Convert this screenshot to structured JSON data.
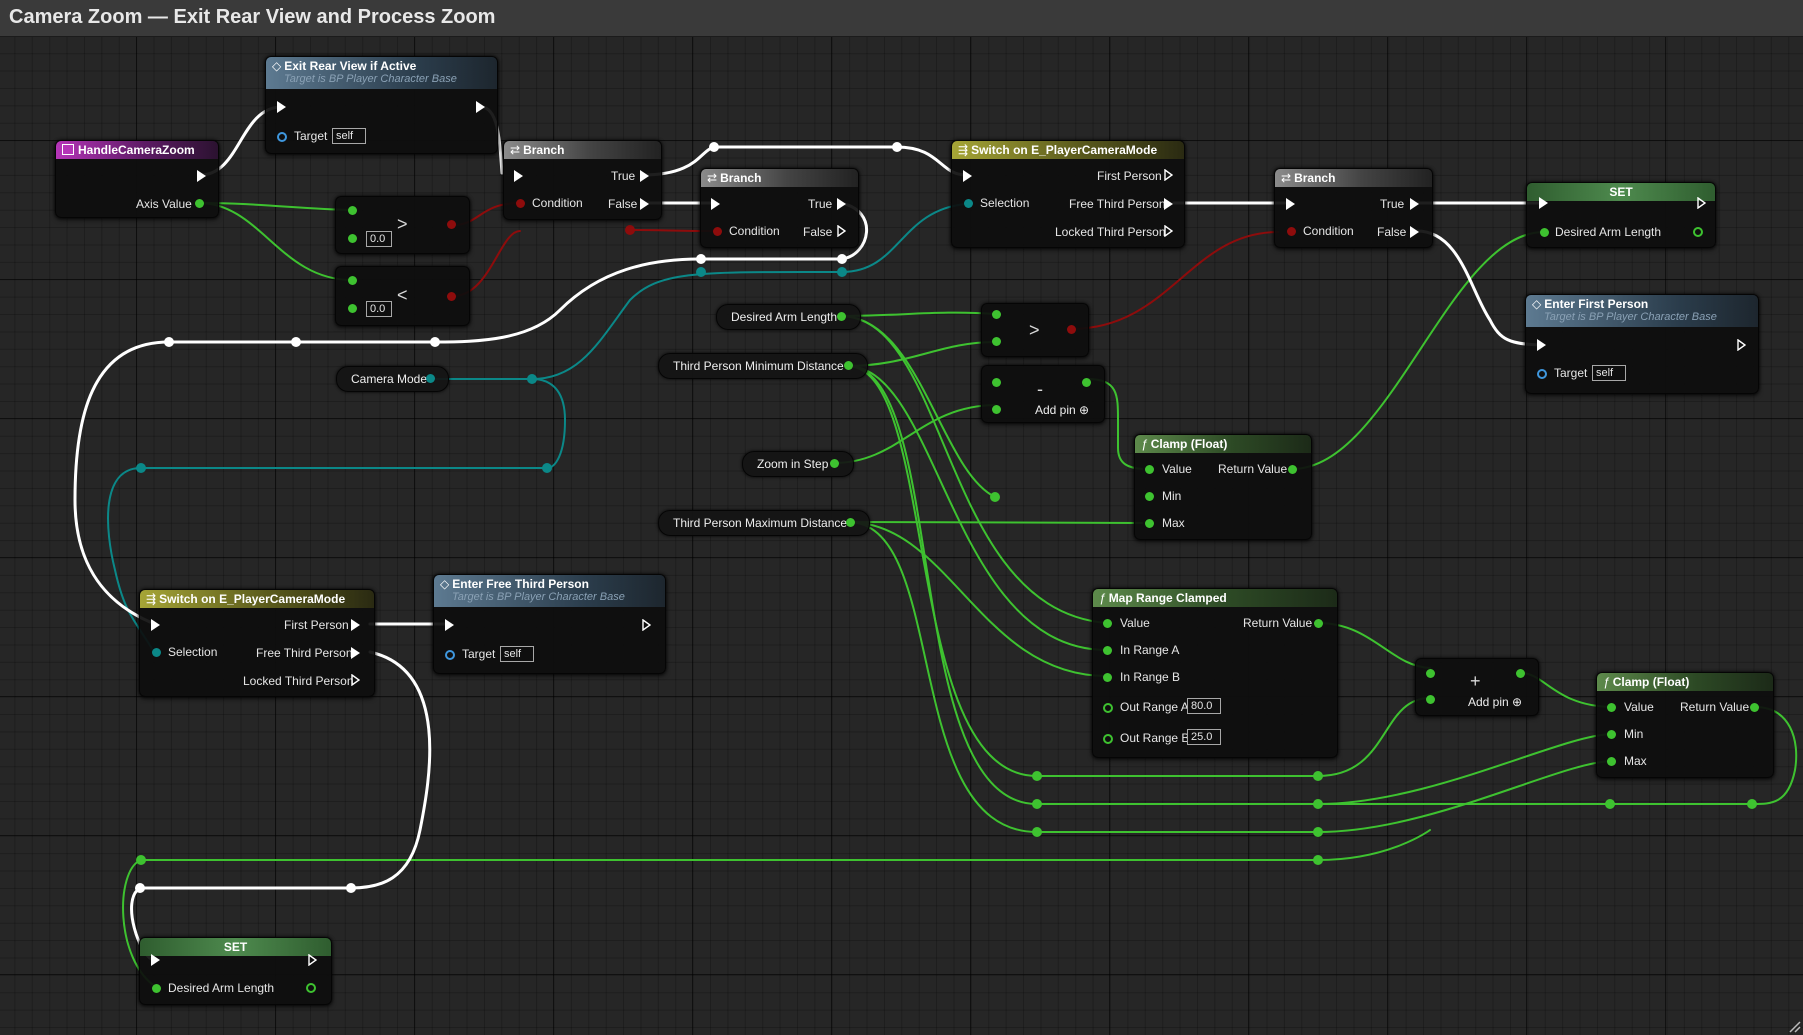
{
  "title": "Camera Zoom — Exit Rear View and Process Zoom",
  "colors": {
    "exec": "#ffffff",
    "float": "#3ec230",
    "bool": "#8e0c0c",
    "enum": "#0b8888",
    "object": "#3f97de"
  },
  "nodes": {
    "handle_camera_zoom": {
      "title": "HandleCameraZoom",
      "axis_value": "Axis Value"
    },
    "exit_rear_view": {
      "title": "Exit Rear View if Active",
      "subtitle": "Target is BP Player Character Base",
      "target_label": "Target",
      "target_value": "self"
    },
    "greater_top": {
      "op": ">",
      "value": "0.0"
    },
    "less_top": {
      "op": "<",
      "value": "0.0"
    },
    "branch1": {
      "title": "Branch",
      "true_label": "True",
      "false_label": "False",
      "condition_label": "Condition"
    },
    "branch2": {
      "title": "Branch",
      "true_label": "True",
      "false_label": "False",
      "condition_label": "Condition"
    },
    "switch_top": {
      "title": "Switch on E_PlayerCameraMode",
      "selection": "Selection",
      "first_person": "First Person",
      "free_third_person": "Free Third Person",
      "locked_third_person": "Locked Third Person"
    },
    "branch3": {
      "title": "Branch",
      "true_label": "True",
      "false_label": "False",
      "condition_label": "Condition"
    },
    "set_top": {
      "title": "SET",
      "var_label": "Desired Arm Length"
    },
    "enter_first_person": {
      "title": "Enter First Person",
      "subtitle": "Target is BP Player Character Base",
      "target_label": "Target",
      "target_value": "self"
    },
    "var_desired_arm_length": "Desired Arm Length",
    "var_third_person_min": "Third Person Minimum Distance",
    "var_zoom_in_step": "Zoom in Step",
    "var_third_person_max": "Third Person Maximum Distance",
    "var_camera_mode": "Camera Mode",
    "greater_mid": {
      "op": ">"
    },
    "subtract_mid": {
      "op": "-",
      "add_pin": "Add pin"
    },
    "clamp1": {
      "title": "Clamp (Float)",
      "value": "Value",
      "return_value": "Return Value",
      "min": "Min",
      "max": "Max"
    },
    "map_range": {
      "title": "Map Range Clamped",
      "value": "Value",
      "return_value": "Return Value",
      "in_range_a": "In Range A",
      "in_range_b": "In Range B",
      "out_range_a": "Out Range A",
      "out_range_a_value": "80.0",
      "out_range_b": "Out Range B",
      "out_range_b_value": "25.0"
    },
    "add_node": {
      "op": "+",
      "add_pin": "Add pin"
    },
    "clamp2": {
      "title": "Clamp (Float)",
      "value": "Value",
      "return_value": "Return Value",
      "min": "Min",
      "max": "Max"
    },
    "switch_bottom": {
      "title": "Switch on E_PlayerCameraMode",
      "selection": "Selection",
      "first_person": "First Person",
      "free_third_person": "Free Third Person",
      "locked_third_person": "Locked Third Person"
    },
    "enter_free_third_person": {
      "title": "Enter Free Third Person",
      "subtitle": "Target is BP Player Character Base",
      "target_label": "Target",
      "target_value": "self"
    },
    "set_bottom": {
      "title": "SET",
      "var_label": "Desired Arm Length"
    }
  }
}
